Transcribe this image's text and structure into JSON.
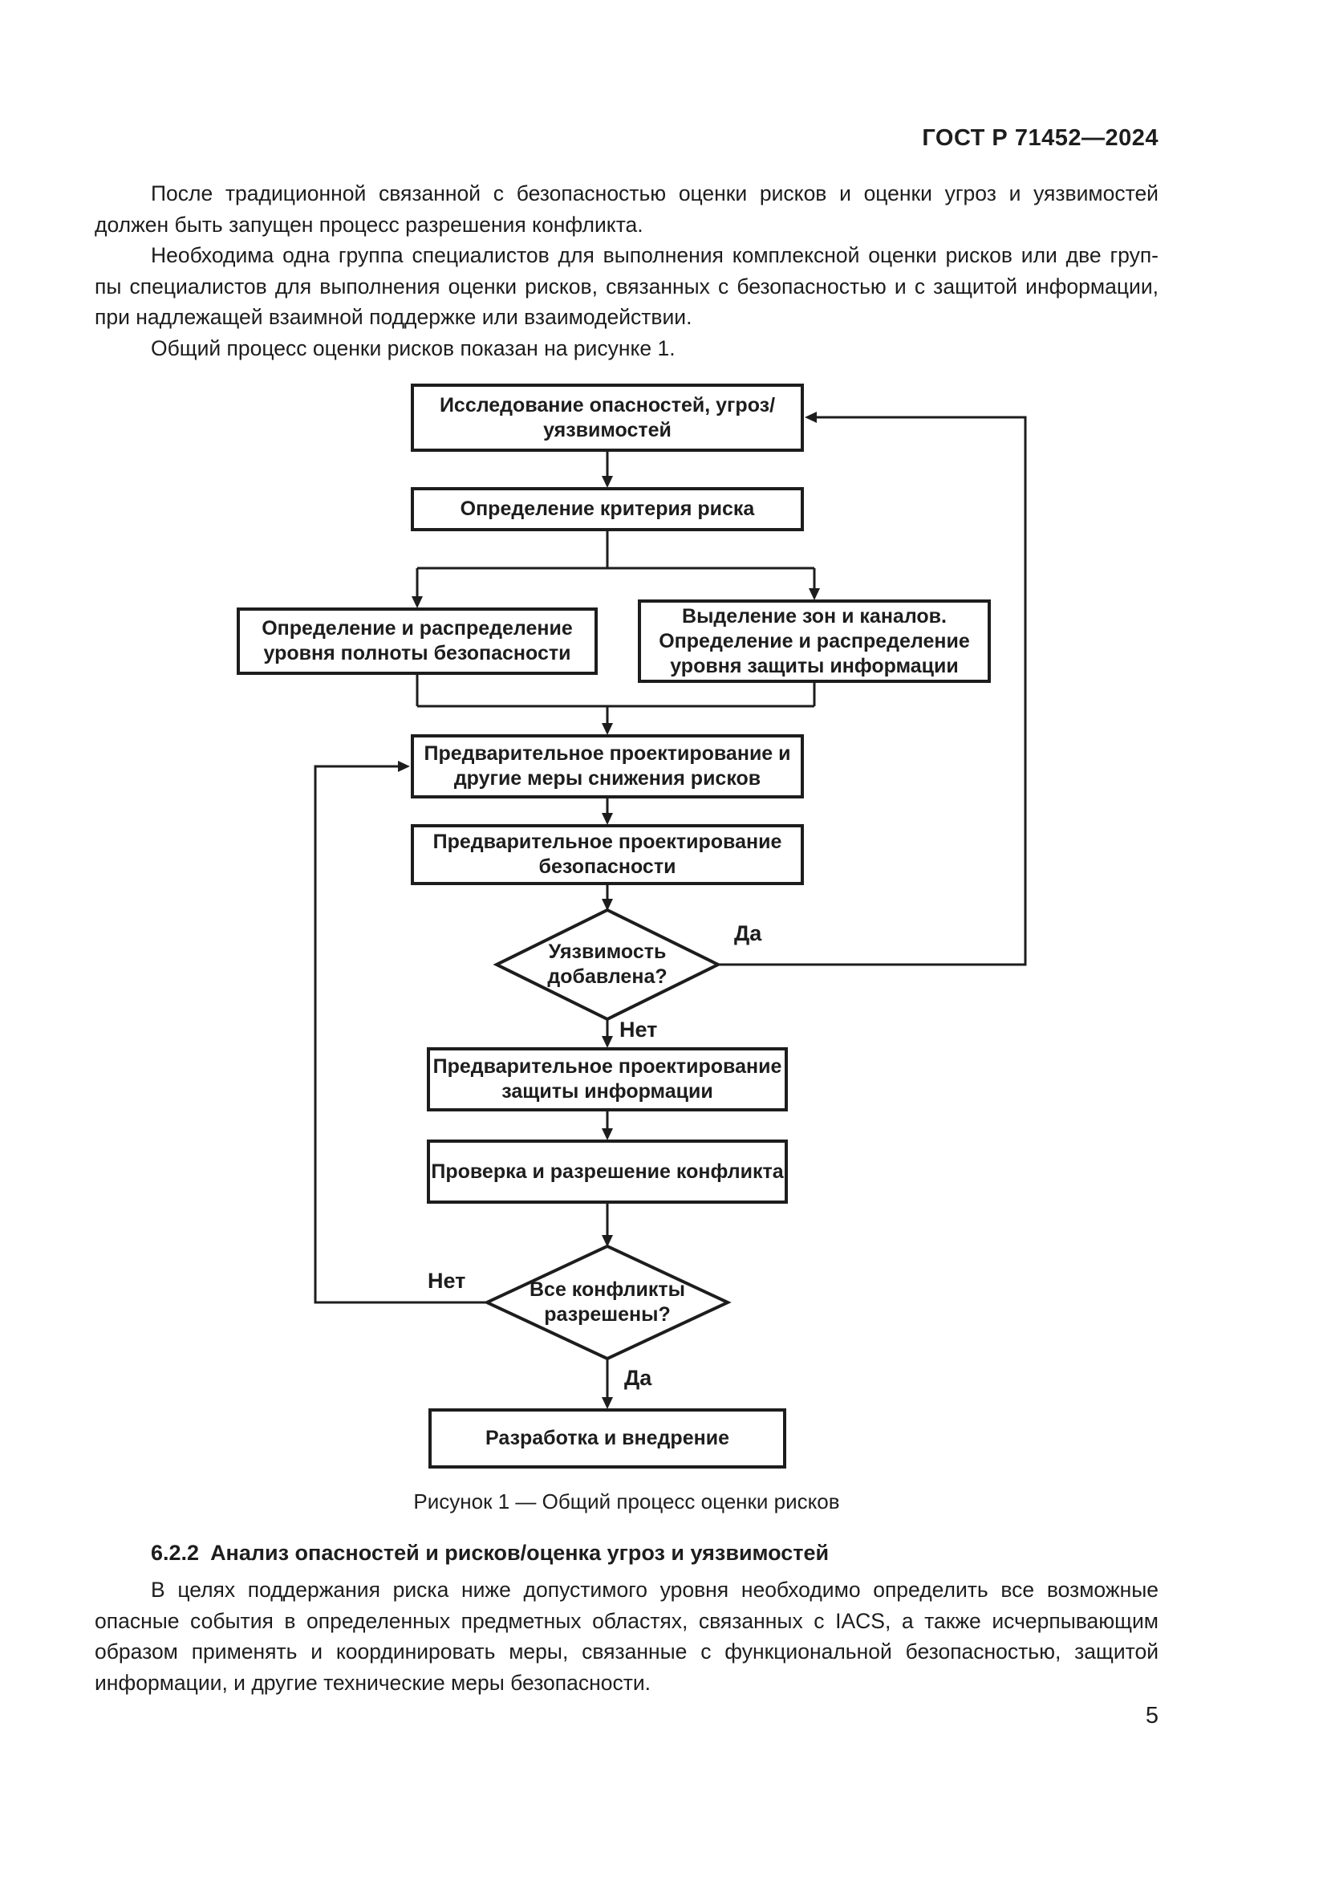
{
  "doc": {
    "header": "ГОСТ Р 71452—2024",
    "page_number": "5"
  },
  "intro": {
    "p1": {
      "lines": [
        "После традиционной связанной с безопасностью оценки рисков и оценки угроз и уязвимостей",
        "должен быть запущен процесс разрешения конфликта."
      ]
    },
    "p2": {
      "lines": [
        "Необходима одна группа специалистов для выполнения комплексной оценки рисков или две груп-",
        "пы специалистов для выполнения оценки рисков, связанных с безопасностью и с защитой информации,",
        "при надлежащей взаимной поддержке или взаимодействии."
      ]
    },
    "p3": {
      "lines": [
        "Общий процесс оценки рисков показан на рисунке 1."
      ]
    }
  },
  "figure": {
    "caption": "Рисунок 1 — Общий процесс оценки рисков"
  },
  "flow": {
    "box_research": {
      "lines": [
        "Исследование опасностей, угроз/",
        "уязвимостей"
      ]
    },
    "box_criteria": {
      "lines": [
        "Определение критерия риска"
      ]
    },
    "box_sil": {
      "lines": [
        "Определение и распределение",
        "уровня полноты безопасности"
      ]
    },
    "box_zones": {
      "lines": [
        "Выделение зон и каналов.",
        "Определение и распределение",
        "уровня защиты информации"
      ]
    },
    "box_predesign_measures": {
      "lines": [
        "Предварительное проектирование и",
        "другие меры снижения рисков"
      ]
    },
    "box_predesign_safety": {
      "lines": [
        "Предварительное проектирование",
        "безопасности"
      ]
    },
    "diamond_vulnerability": {
      "lines": [
        "Уязвимость",
        "добавлена?"
      ],
      "yes": "Да",
      "no": "Нет"
    },
    "box_predesign_infosec": {
      "lines": [
        "Предварительное проектирование",
        "защиты информации"
      ]
    },
    "box_conflict_check": {
      "lines": [
        "Проверка и разрешение конфликта"
      ]
    },
    "diamond_conflicts": {
      "lines": [
        "Все конфликты",
        "разрешены?"
      ],
      "yes": "Да",
      "no": "Нет"
    },
    "box_development": {
      "lines": [
        "Разработка и внедрение"
      ]
    }
  },
  "section": {
    "number": "6.2.2",
    "title": "Анализ опасностей и рисков/оценка угроз и уязвимостей",
    "p1": {
      "lines": [
        "В целях поддержания риска ниже допустимого уровня необходимо определить все возможные",
        "опасные события в определенных предметных областях, связанных с IACS, а также исчерпывающим",
        "образом применять и координировать меры, связанные с функциональной безопасностью, защитой",
        "информации, и другие технические меры безопасности."
      ]
    }
  },
  "colors": {
    "ink": "#1d1d1d",
    "paper": "#ffffff"
  }
}
